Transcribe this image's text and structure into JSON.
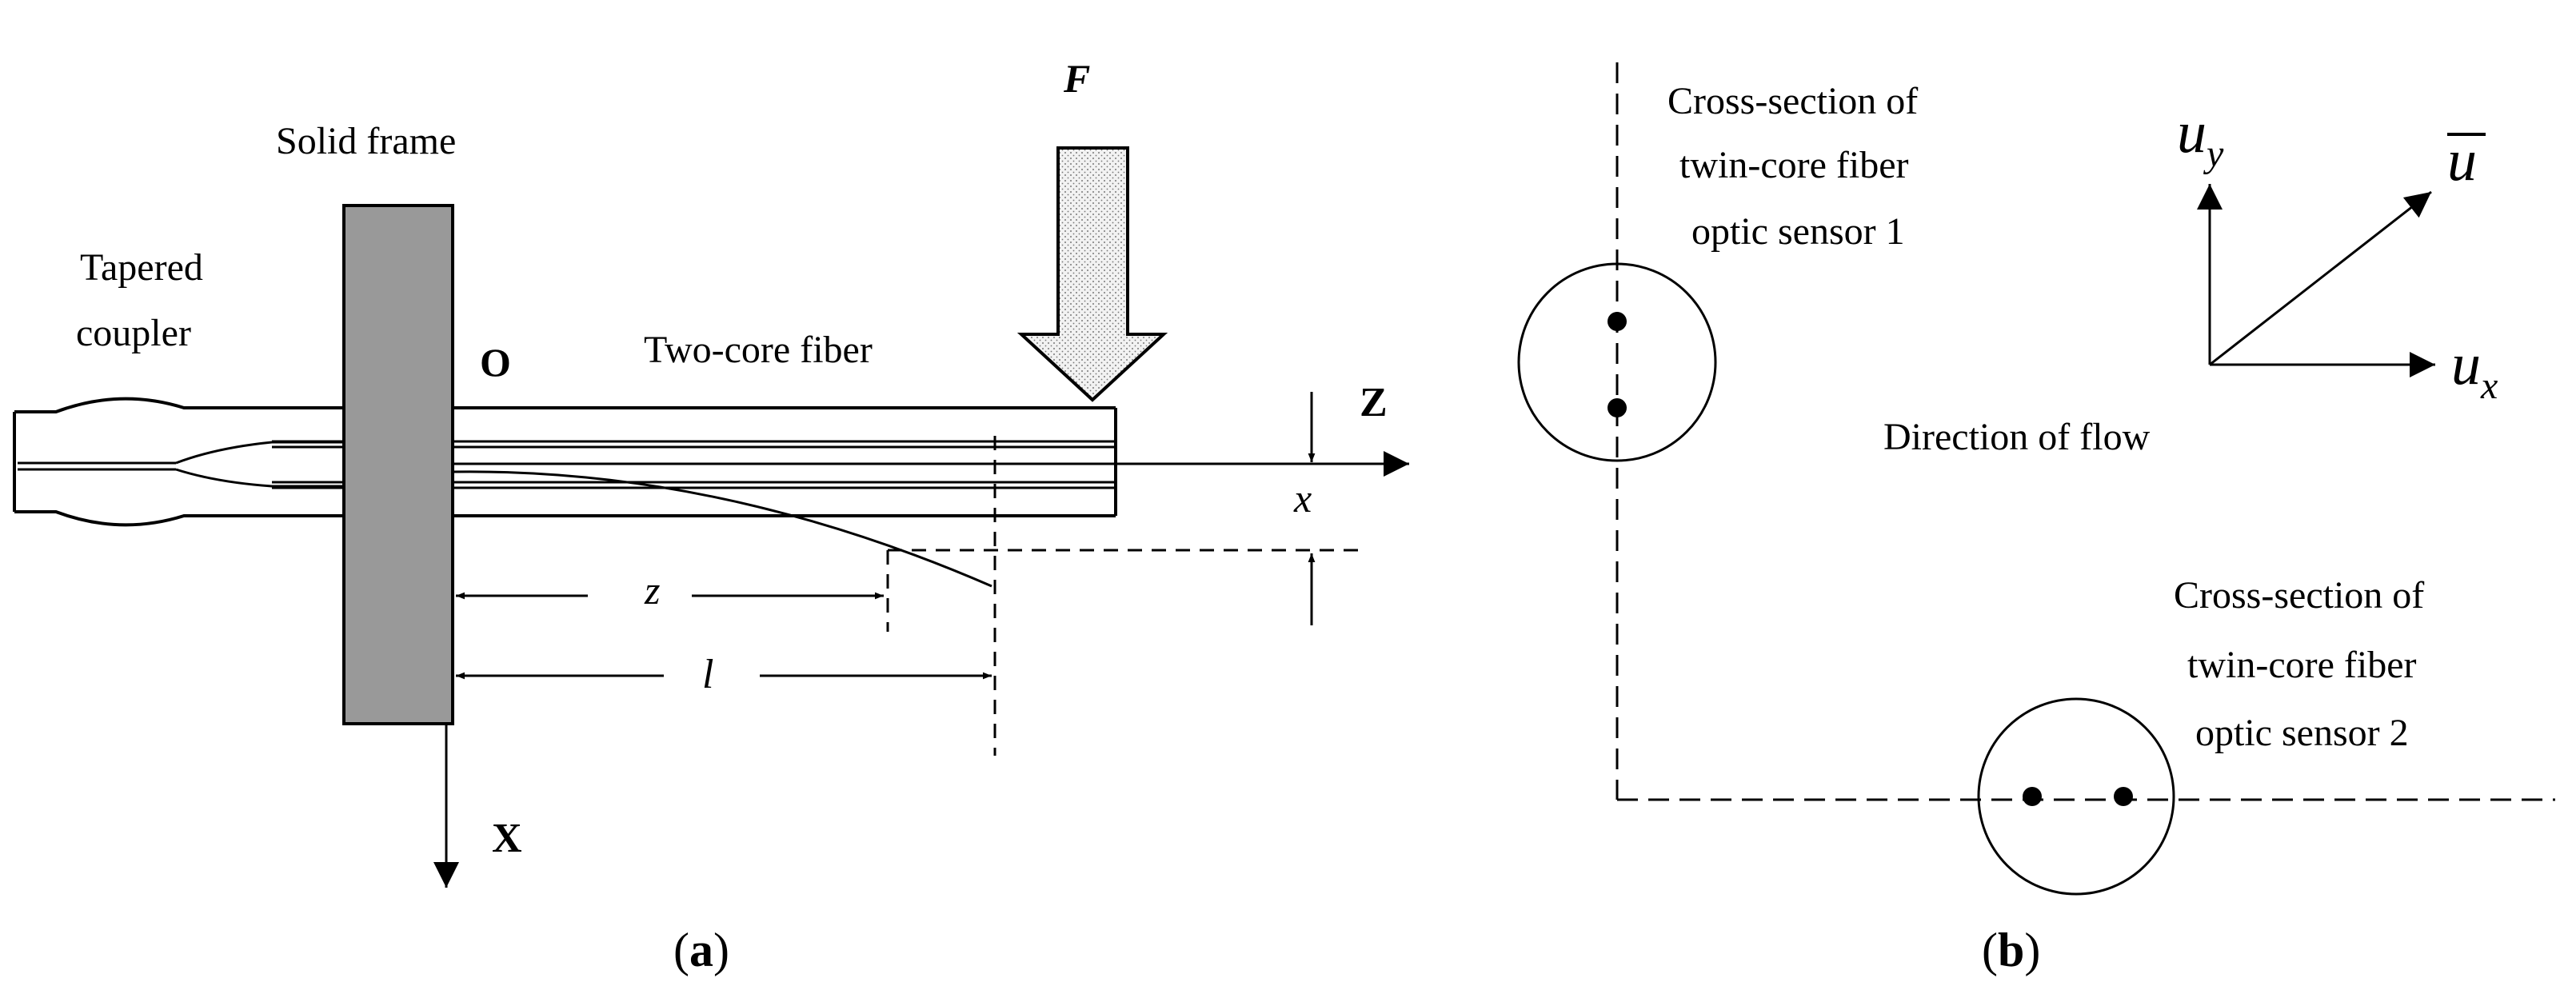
{
  "panel_a": {
    "label_solid_frame": "Solid frame",
    "label_tapered_line1": "Tapered",
    "label_tapered_line2": "coupler",
    "label_origin": "O",
    "label_two_core_fiber": "Two-core fiber",
    "label_force": "F",
    "label_axis_z": "Z",
    "label_axis_x": "X",
    "label_deflection": "x",
    "label_z": "z",
    "label_l": "l",
    "caption_letter": "a"
  },
  "panel_b": {
    "label_sensor1_line1": "Cross-section of",
    "label_sensor1_line2": "twin-core fiber",
    "label_sensor1_line3": "optic sensor 1",
    "label_sensor2_line1": "Cross-section of",
    "label_sensor2_line2": "twin-core fiber",
    "label_sensor2_line3": "optic sensor 2",
    "label_flow": "Direction of flow",
    "label_uy_base": "u",
    "label_uy_sub": "y",
    "label_ux_base": "u",
    "label_ux_sub": "x",
    "label_ubar": "u",
    "caption_letter": "b"
  },
  "colors": {
    "ink": "#000000",
    "frame_fill": "#999999",
    "force_fill": "#e6e6e6"
  }
}
